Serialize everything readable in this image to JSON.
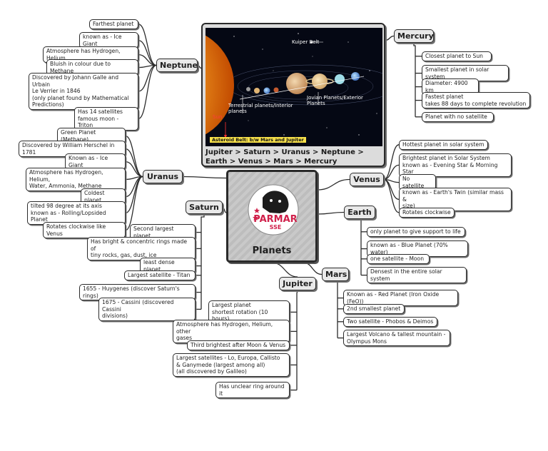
{
  "center": {
    "title": "Planets",
    "logo_text_1": "PARMAR",
    "logo_text_2": "SSE"
  },
  "image": {
    "kuiper": "Kuiper Belt",
    "terrestrial": "Terrestrial planets/Interior\nplanets",
    "jovian": "Jovian Planets/Exterior\nPlanets",
    "sun": "Sun",
    "asteroid": "Asteroid Belt: b/w Mars and Jupiter",
    "order": "Jupiter > Saturn > Uranus > Neptune > Earth > Venus > Mars > Mercury"
  },
  "topics": {
    "neptune": "Neptune",
    "uranus": "Uranus",
    "saturn": "Saturn",
    "jupiter": "Jupiter",
    "mercury": "Mercury",
    "venus": "Venus",
    "earth": "Earth",
    "mars": "Mars"
  },
  "neptune": [
    "Farthest planet",
    "known as - Ice Giant",
    "Atmosphere has Hydrogen, Helium",
    "Bluish in colour due to Methane",
    "Discovered by Johann Galle and Urbain\nLe Verrier in 1846\n(only planet found by Mathematical\nPredictions)",
    "Has 14 satellites\nfamous moon - Triton"
  ],
  "uranus": [
    "Green Planet (Methane)",
    "Discovered by William Herschel in 1781",
    "Known as - Ice Giant",
    "Atmosphere has Hydrogen, Helium,\nWater, Ammonia, Methane",
    "Coldest planet",
    "tilted 98 degree at its axis\nknown as - Rolling/Lopsided Planet",
    "Rotates clockwise like Venus"
  ],
  "saturn": [
    "Second largest planet",
    "Has bright & concentric rings made of\ntiny rocks, gas, dust, ice",
    "least dense planet",
    "Largest satellite - Titan",
    "1655 - Huygenes (discover Saturn's rings)",
    "1675 - Cassini (discovered Cassini\ndivisions)"
  ],
  "jupiter": [
    "Largest planet\nshortest rotation (10 hours)",
    "Atmosphere has Hydrogen, Helium, other\ngases",
    "Third brightest after Moon & Venus",
    "Largest satellites - Lo, Europa, Callisto\n& Ganymede (largest among all)\n(all discovered by Galileo)",
    "Has unclear ring around it"
  ],
  "mercury": [
    "Closest planet to Sun",
    "Smallest planet in solar system",
    "Diameter: 4900 km",
    "Fastest planet\ntakes 88 days to complete revolution",
    "Planet with no satellite"
  ],
  "venus": [
    "Hottest planet in solar system",
    "Brightest planet in Solar System\nknown as - Evening Star & Morning Star",
    "No satellite",
    "known as - Earth's Twin (similar mass &\nsize)",
    "Rotates clockwise"
  ],
  "earth": [
    "only planet to give support to life",
    "known as - Blue Planet (70% water)",
    "one satellite - Moon",
    "Densest in the entire solar system"
  ],
  "mars": [
    "Known as - Red Planet (Iron Oxide (FeO))",
    "2nd smallest planet",
    "Two satellite - Phobos & Deimos",
    "Largest Volcano & tallest mountain -\nOlympus Mons"
  ]
}
